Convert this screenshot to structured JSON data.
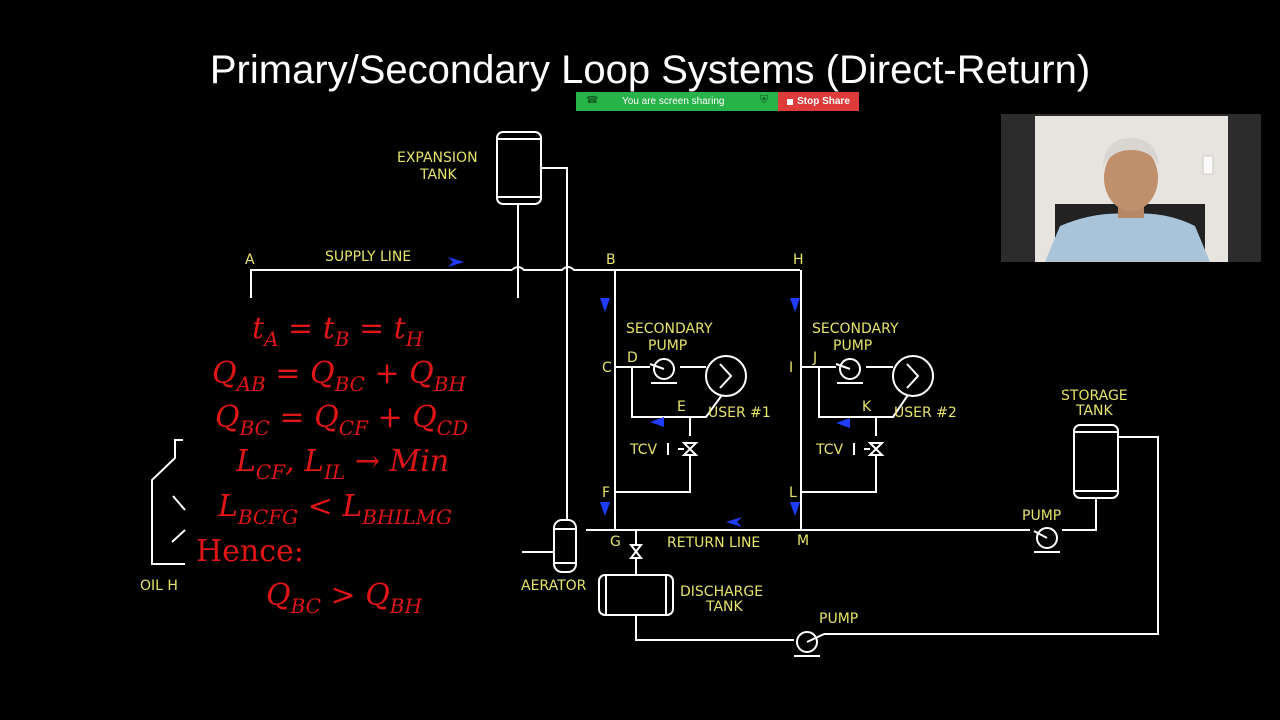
{
  "slide": {
    "title": "Primary/Secondary Loop Systems (Direct-Return)"
  },
  "share_bar": {
    "status": "You are screen sharing",
    "stop_label": "Stop Share",
    "green": "#27b24a",
    "red": "#e03b3b"
  },
  "diagram": {
    "labels": {
      "expansion1": "EXPANSION",
      "expansion2": "TANK",
      "supply_line": "SUPPLY LINE",
      "a": "A",
      "b": "B",
      "h": "H",
      "c": "C",
      "d": "D",
      "e": "E",
      "f": "F",
      "g": "G",
      "i": "I",
      "j": "J",
      "k": "K",
      "l": "L",
      "m": "M",
      "sec_pump1_1": "SECONDARY",
      "sec_pump1_2": "PUMP",
      "sec_pump2_1": "SECONDARY",
      "sec_pump2_2": "PUMP",
      "user1": "USER #1",
      "user2": "USER #2",
      "tcv1": "TCV",
      "tcv2": "TCV",
      "storage1": "STORAGE",
      "storage2": "TANK",
      "pump_right": "PUMP",
      "pump_bottom": "PUMP",
      "return_line": "RETURN LINE",
      "aerator": "AERATOR",
      "discharge1": "DISCHARGE",
      "discharge2": "TANK",
      "oil_h": "OIL H"
    },
    "colors": {
      "pipe": "#ffffff",
      "label": "#e6e36a",
      "arrow": "#1f3cff",
      "equation": "#e01515"
    }
  },
  "equations": {
    "eq1": {
      "t1": "t",
      "s1": "A",
      "t2": " = t",
      "s2": "B",
      "t3": " = t",
      "s3": "H"
    },
    "eq2": {
      "t1": "Q",
      "s1": "AB",
      "t2": " = Q",
      "s2": "BC",
      "t3": " + Q",
      "s3": "BH"
    },
    "eq3": {
      "t1": "Q",
      "s1": "BC",
      "t2": " = Q",
      "s2": "CF",
      "t3": " + Q",
      "s3": "CD"
    },
    "eq4": {
      "t1": "L",
      "s1": "CF",
      "t2": ", L",
      "s2": "IL",
      "t3": " → Min"
    },
    "eq5": {
      "t1": "L",
      "s1": "BCFG",
      "t2": " < L",
      "s2": "BHILMG"
    },
    "hence": "Hence:",
    "eq6": {
      "t1": "Q",
      "s1": "BC",
      "t2": " > Q",
      "s2": "BH"
    }
  }
}
